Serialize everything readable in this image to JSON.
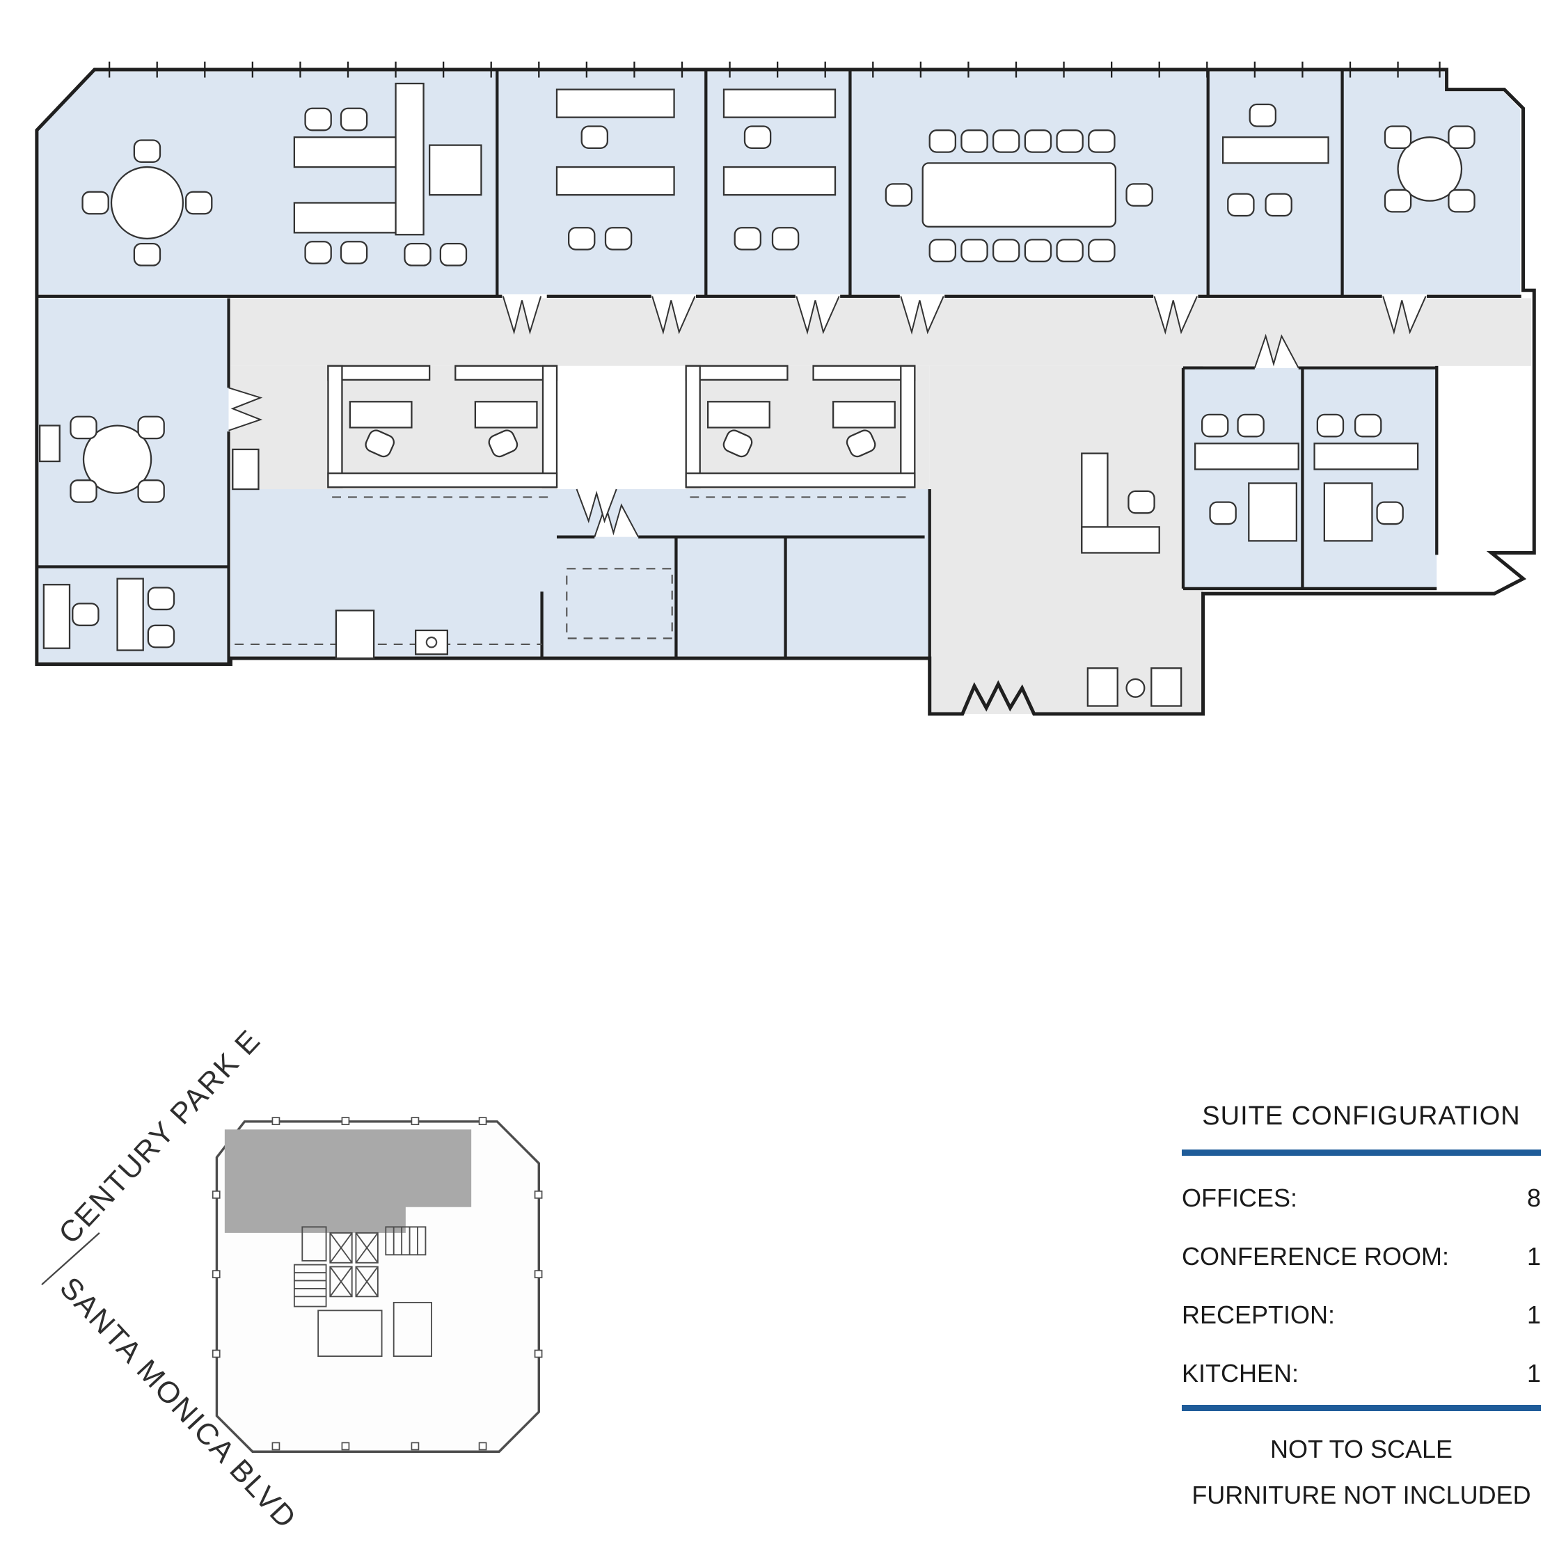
{
  "legend": {
    "title": "SUITE CONFIGURATION",
    "rows": [
      {
        "label": "OFFICES:",
        "value": "8"
      },
      {
        "label": "CONFERENCE ROOM:",
        "value": "1"
      },
      {
        "label": "RECEPTION:",
        "value": "1"
      },
      {
        "label": "KITCHEN:",
        "value": "1"
      }
    ],
    "notes": [
      "NOT TO SCALE",
      "FURNITURE NOT INCLUDED"
    ]
  },
  "key_plan": {
    "streets": {
      "upper": "CENTURY PARK E",
      "lower": "SANTA MONICA BLVD"
    }
  },
  "colors": {
    "room_fill": "#dce6f2",
    "common_fill": "#e9e9e9",
    "key_plan_shade": "#a9a9a9",
    "accent_bar": "#1f5c99",
    "wall": "#1f1f1f"
  }
}
